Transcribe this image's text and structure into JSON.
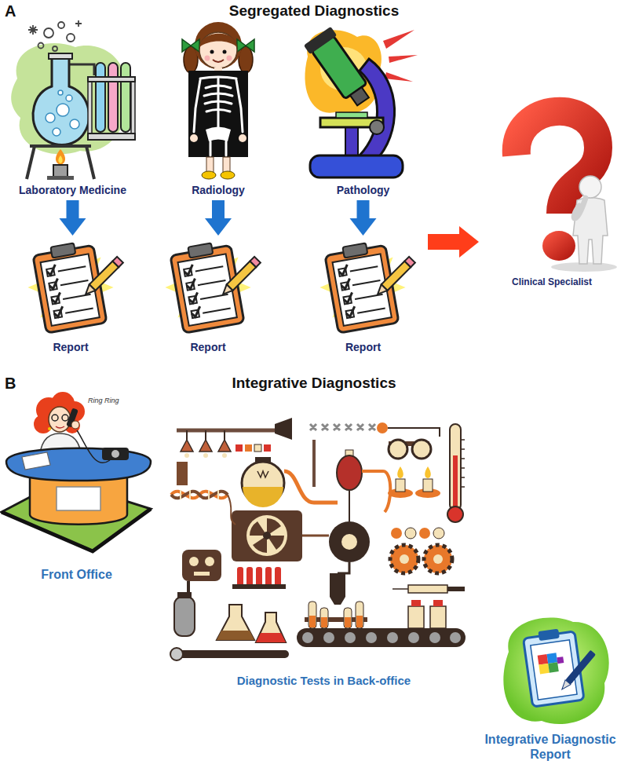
{
  "diagram": {
    "nodes": [
      {
        "text": [
          "Laboratory Medicine"
        ]
      },
      {
        "text": [
          "Radiology"
        ]
      },
      {
        "text": [
          "Pathology"
        ]
      },
      {
        "text": [
          "Report"
        ]
      },
      {
        "text": [
          "Report"
        ]
      },
      {
        "text": [
          "Report"
        ]
      },
      {
        "text": [
          "Clinical Specialist"
        ]
      },
      {
        "text": [
          "Front Office"
        ]
      },
      {
        "text": [
          "Diagnostic Tests in Back-office"
        ]
      },
      {
        "text": [
          "Integrative Diagnostic Report"
        ]
      }
    ],
    "edges": [
      {
        "from": 0,
        "to": 3,
        "arrow": "to"
      },
      {
        "from": 1,
        "to": 4,
        "arrow": "to"
      },
      {
        "from": 2,
        "to": 5,
        "arrow": "to"
      },
      {
        "from": 5,
        "to": 6,
        "arrow": "to"
      }
    ],
    "labels": [
      "A",
      "Segregated Diagnostics",
      "B",
      "Integrative Diagnostics",
      "Ring Ring"
    ]
  }
}
